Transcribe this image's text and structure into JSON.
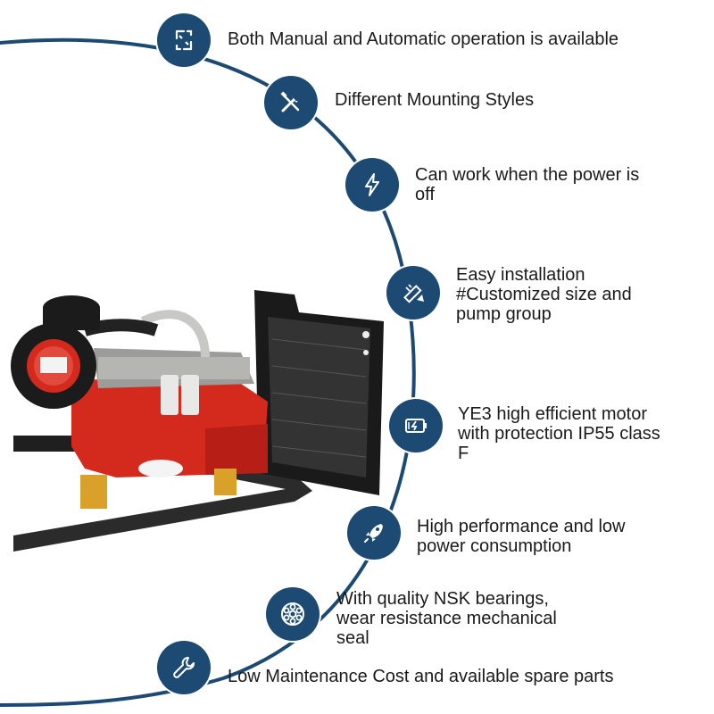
{
  "features": [
    {
      "icon": "sync-arrows-icon",
      "text": "Both Manual and Automatic operation is available"
    },
    {
      "icon": "tools-icon",
      "text": "Different Mounting Styles"
    },
    {
      "icon": "lightning-icon",
      "text": "Can work when the power is\noff"
    },
    {
      "icon": "pencil-ruler-icon",
      "text": "Easy installation\n#Customized size and\npump group"
    },
    {
      "icon": "motor-icon",
      "text": "YE3 high efficient motor\nwith protection IP55 class\nF"
    },
    {
      "icon": "rocket-icon",
      "text": "High performance and low\npower consumption"
    },
    {
      "icon": "bearing-icon",
      "text": "With quality NSK bearings,\nwear resistance mechanical\nseal"
    },
    {
      "icon": "wrench-icon",
      "text": "Low Maintenance Cost and available spare parts"
    }
  ],
  "colors": {
    "accent": "#1c4a73",
    "engine_red": "#d42a1e",
    "text": "#1a1a1a",
    "background": "#ffffff"
  }
}
